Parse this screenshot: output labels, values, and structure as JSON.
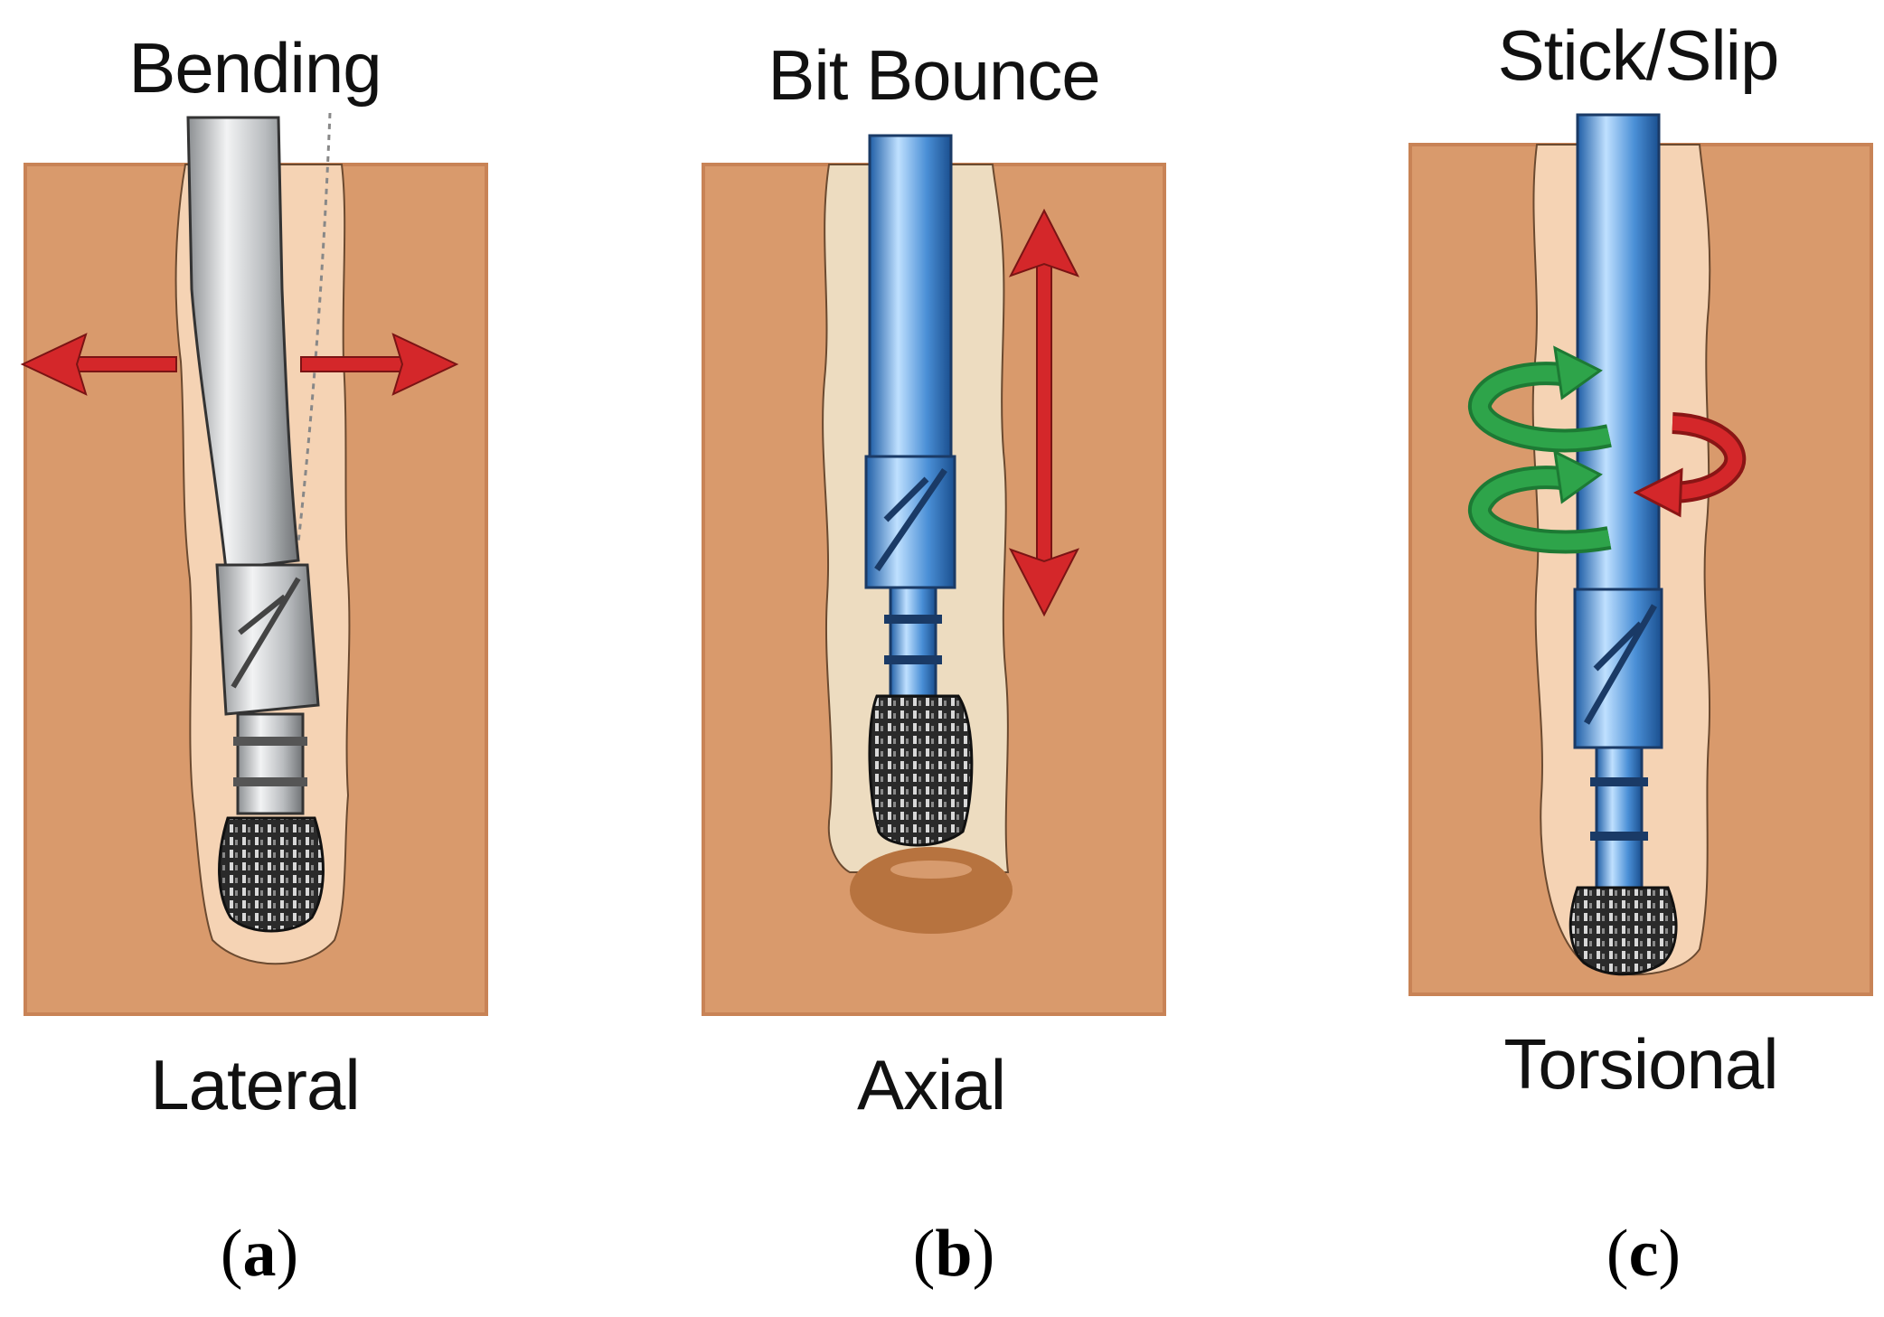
{
  "panels": [
    {
      "id": "a",
      "title": "Bending",
      "mode": "Lateral",
      "letter": "a"
    },
    {
      "id": "b",
      "title": "Bit Bounce",
      "mode": "Axial",
      "letter": "b"
    },
    {
      "id": "c",
      "title": "Stick/Slip",
      "mode": "Torsional",
      "letter": "c"
    }
  ],
  "colors": {
    "rock": "#d99a6c",
    "rock_border": "#c88356",
    "borehole": "#f5d3b4",
    "borehole_axial": "#eddcc0",
    "steel": "#b5b8bb",
    "steel_blue": "#4a8fd6",
    "arrow_red": "#d4272a",
    "arrow_green": "#2ea44a",
    "bit_dark": "#2a2a2a",
    "bottom_mark": "#b7733f"
  },
  "icons": [
    "double-arrow-horizontal-icon",
    "double-arrow-vertical-icon",
    "rotation-arrows-icon"
  ]
}
